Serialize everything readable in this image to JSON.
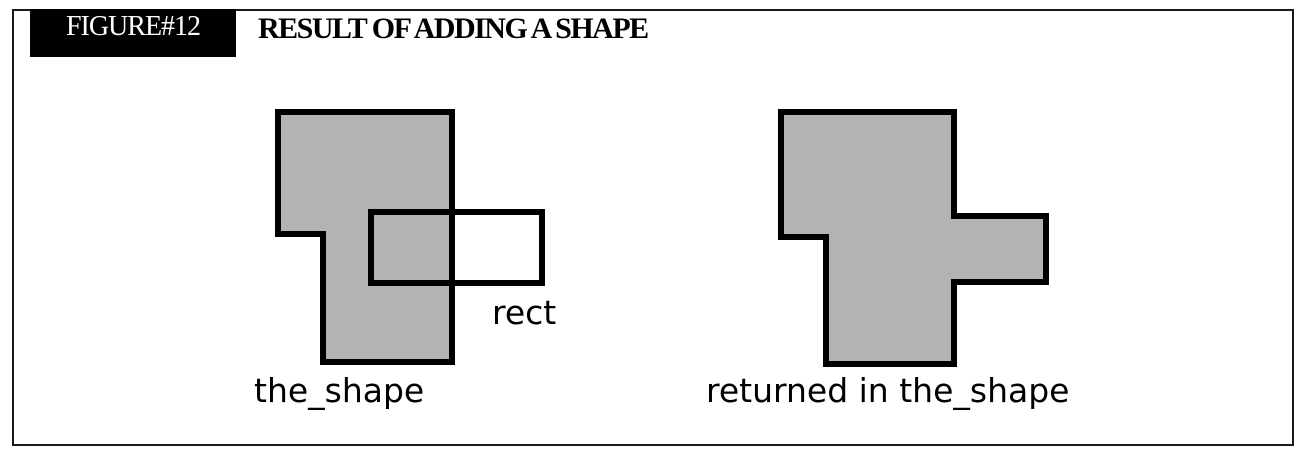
{
  "figure": {
    "number_label": "FIGURE#12",
    "title": "RESULT OF ADDING A SHAPE"
  },
  "labels": {
    "rect": "rect",
    "the_shape": "the_shape",
    "returned": "returned in the_shape"
  },
  "colors": {
    "shape_fill": "#b3b3b3",
    "stroke": "#000000",
    "badge_bg": "#000000"
  }
}
